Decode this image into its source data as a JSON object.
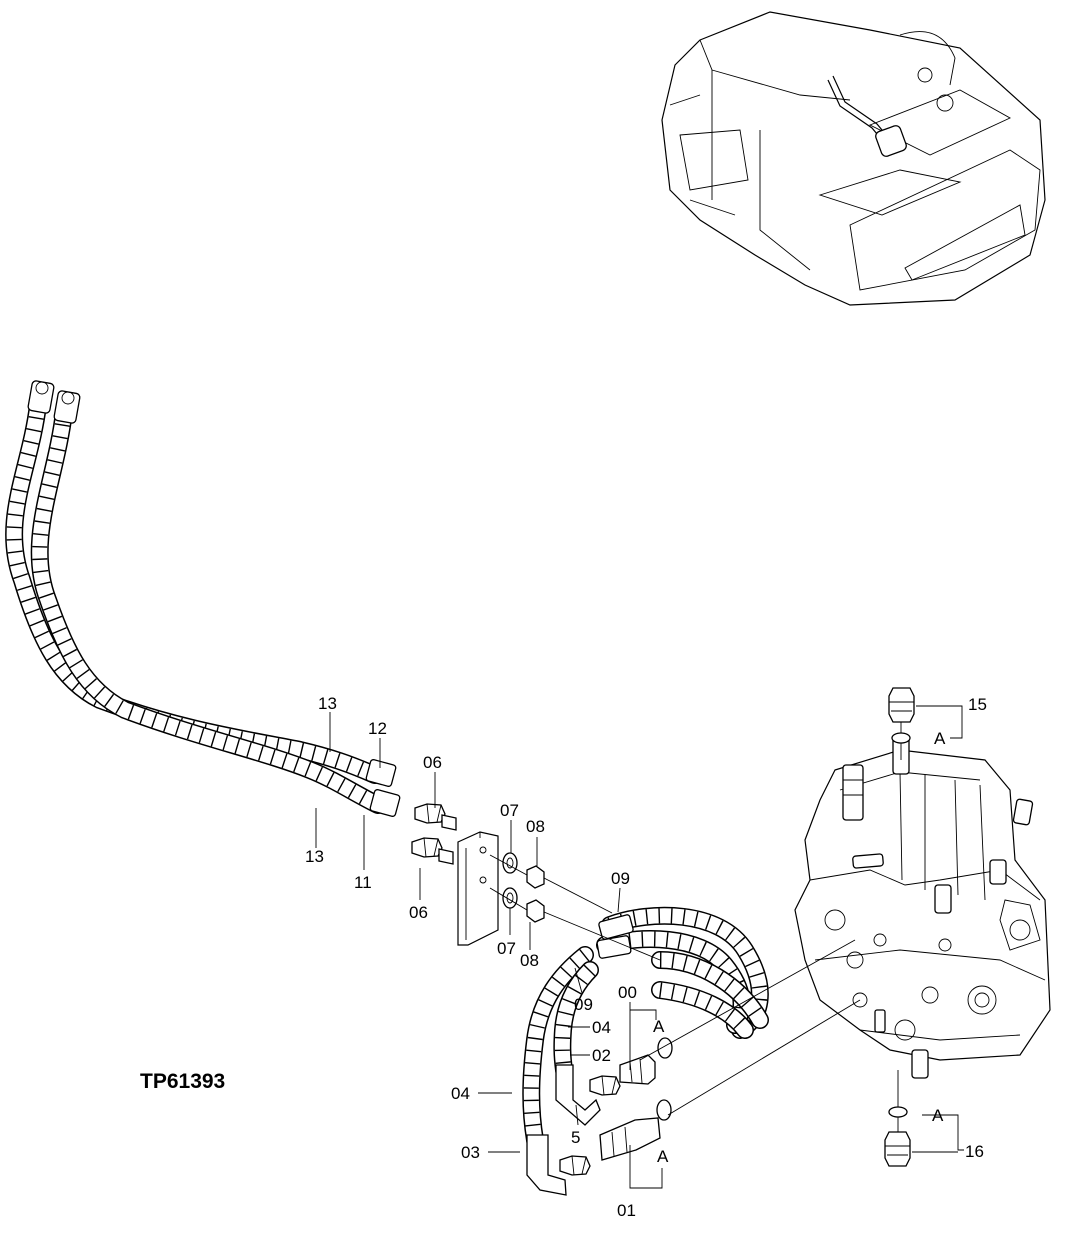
{
  "figure_id": "TP61393",
  "callouts": {
    "c13_top": "13",
    "c12": "12",
    "c06_top": "06",
    "c07_top": "07",
    "c08_top": "08",
    "c09_top": "09",
    "c13_bottom": "13",
    "c11": "11",
    "c06_bottom": "06",
    "c07_bottom": "07",
    "c08_bottom": "08",
    "c09_bottom": "09",
    "c00": "00",
    "cA_00": "A",
    "c04_mid": "04",
    "c02": "02",
    "c5": "5",
    "c04_left": "04",
    "c03": "03",
    "cA_01": "A",
    "c01": "01",
    "c15": "15",
    "cA_15": "A",
    "cA_16": "A",
    "c16": "16"
  }
}
